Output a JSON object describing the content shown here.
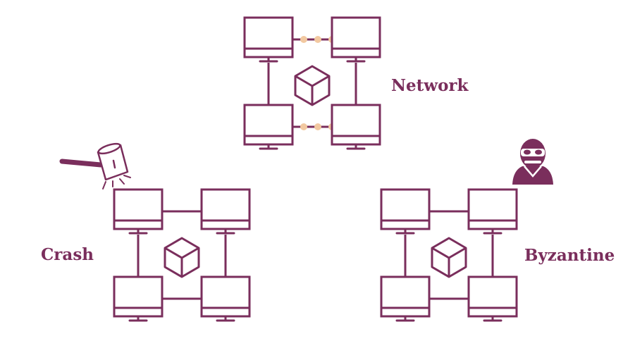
{
  "colors": {
    "primary": "#7a2e5c",
    "link_dots": "#f2c9a1",
    "background": "#ffffff"
  },
  "clusters": [
    {
      "id": "network",
      "label": "Network",
      "links_have_dots": true,
      "icon": "none"
    },
    {
      "id": "crash",
      "label": "Crash",
      "links_have_dots": false,
      "icon": "hammer-icon"
    },
    {
      "id": "byzantine",
      "label": "Byzantine",
      "links_have_dots": false,
      "icon": "masked-thief-icon"
    }
  ],
  "node_icon": "monitor-icon",
  "center_icon": "cube-icon"
}
